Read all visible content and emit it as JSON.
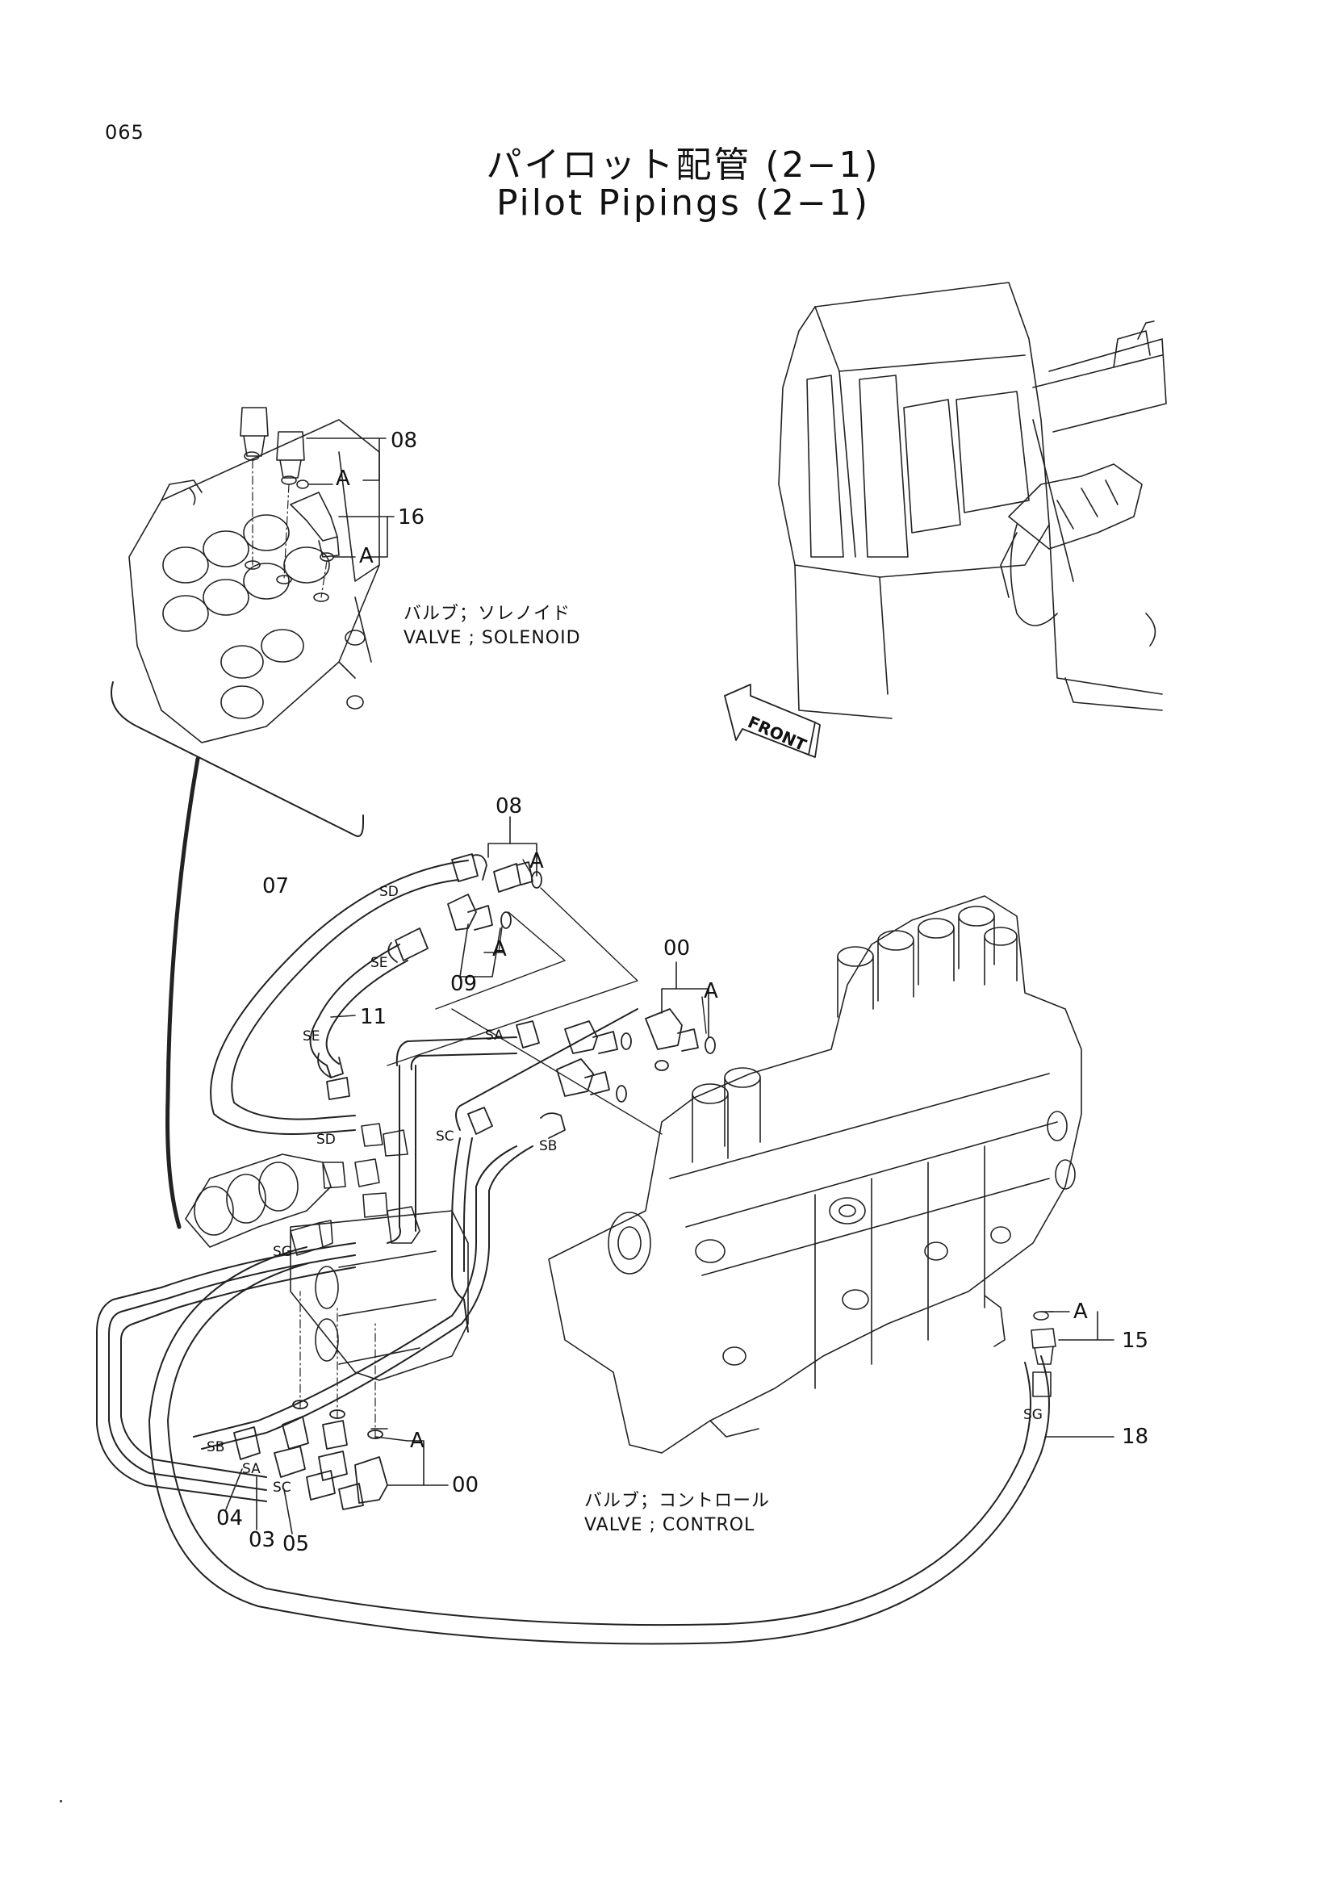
{
  "page": {
    "number": "065",
    "title_jp": "パイロット配管 (2−1)",
    "title_en": "Pilot Pipings (2−1)"
  },
  "captions": {
    "solenoid_valve_jp": "バルブ；ソレノイド",
    "solenoid_valve_en": "VALVE ; SOLENOID",
    "control_valve_jp": "バルブ；コントロール",
    "control_valve_en": "VALVE ; CONTROL",
    "front_arrow": "FRONT"
  },
  "part_numbers": {
    "p08_top": "08",
    "p16": "16",
    "p08_mid": "08",
    "p07": "07",
    "p11": "11",
    "p09": "09",
    "p00_top": "00",
    "p15": "15",
    "p18": "18",
    "p04": "04",
    "p03": "03",
    "p05": "05",
    "p00_bottom": "00"
  },
  "ref_marks": {
    "a1": "A",
    "a2": "A",
    "a3": "A",
    "a4": "A",
    "a5": "A",
    "a6": "A",
    "a7": "A"
  },
  "hose_tags": {
    "sd_top": "SD",
    "se_top": "SE",
    "se_bottom": "SE",
    "sa_top": "SA",
    "sc_mid": "SC",
    "sb_mid": "SB",
    "sd_mid": "SD",
    "sg_left": "SG",
    "sg_right": "SG",
    "sb_bottom": "SB",
    "sa_bottom": "SA",
    "sc_bottom": "SC"
  }
}
